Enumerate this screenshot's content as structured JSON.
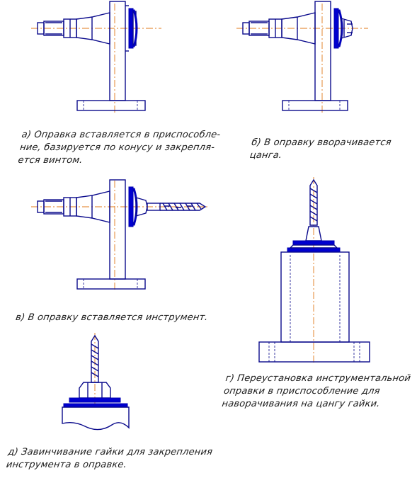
{
  "captions": {
    "a": [
      "а) Оправка вставляется в приспособле-",
      "ние, базируется по конусу и закрепля-",
      "ется винтом."
    ],
    "b": [
      "б) В оправку вворачивается",
      "цанга."
    ],
    "v": [
      "в) В оправку вставляется инструмент."
    ],
    "g": [
      "г) Переустановка инструментальной",
      "оправки в приспособление для",
      "наворачивания на цангу гайки."
    ],
    "d": [
      "д) Завинчивание гайки для закрепления",
      "инструмента в оправке."
    ]
  },
  "colors": {
    "outline": "#0a0a8c",
    "fill": "#0000d0",
    "axis": "#e07a1a",
    "text": "#1a1a1a"
  },
  "icons": [
    "fixture-a-drawing",
    "fixture-b-drawing",
    "fixture-v-drawing",
    "fixture-g-drawing",
    "fixture-d-drawing"
  ]
}
